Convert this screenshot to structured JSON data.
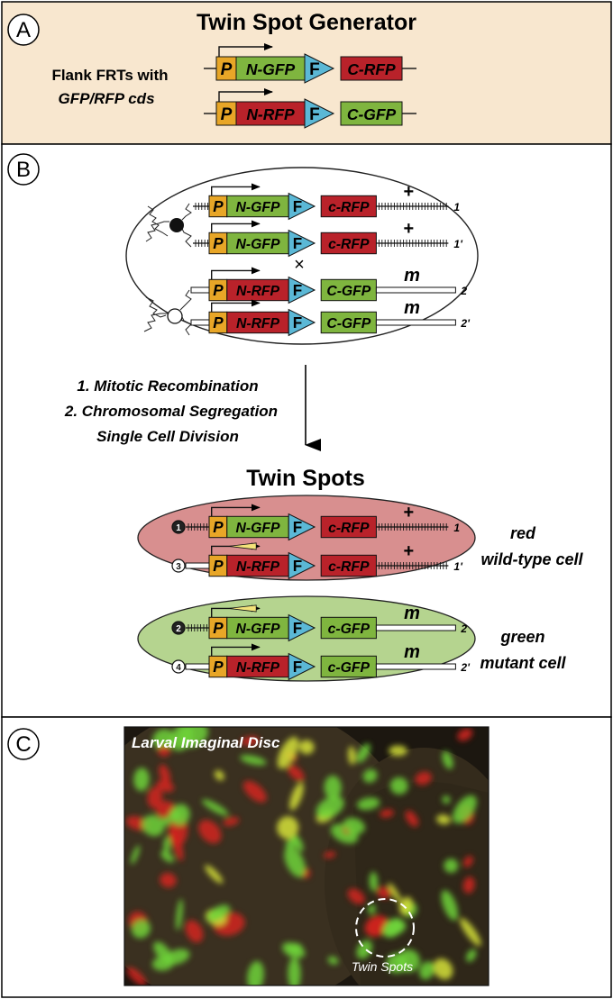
{
  "panels": {
    "a": {
      "letter": "A",
      "title": "Twin Spot Generator",
      "caption_line1": "Flank FRTs with",
      "caption_line2": "GFP/RFP cds",
      "constructs": [
        {
          "promoter": "P",
          "n_part": "N-GFP",
          "frt": "F",
          "c_part": "C-RFP"
        },
        {
          "promoter": "P",
          "n_part": "N-RFP",
          "frt": "F",
          "c_part": "C-GFP"
        }
      ]
    },
    "b": {
      "letter": "B",
      "chromosomes": [
        {
          "promoter": "P",
          "n_part": "N-GFP",
          "frt": "F",
          "c_part": "c-RFP",
          "allele": "+",
          "id": "1"
        },
        {
          "promoter": "P",
          "n_part": "N-GFP",
          "frt": "F",
          "c_part": "c-RFP",
          "allele": "+",
          "id": "1'"
        },
        {
          "promoter": "P",
          "n_part": "N-RFP",
          "frt": "F",
          "c_part": "C-GFP",
          "allele": "m",
          "id": "2"
        },
        {
          "promoter": "P",
          "n_part": "N-RFP",
          "frt": "F",
          "c_part": "C-GFP",
          "allele": "m",
          "id": "2'"
        }
      ],
      "cross_mark": "×",
      "steps": {
        "step1": "1.  Mitotic Recombination",
        "step2": "2. Chromosomal Segregation",
        "step3": "Single Cell Division"
      },
      "twin_title": "Twin Spots",
      "red_cell": {
        "chromosomes": [
          {
            "num": "1",
            "promoter": "P",
            "n_part": "N-GFP",
            "frt": "F",
            "c_part": "c-RFP",
            "allele": "+",
            "id": "1"
          },
          {
            "num": "3",
            "promoter": "P",
            "n_part": "N-RFP",
            "frt": "F",
            "c_part": "c-RFP",
            "allele": "+",
            "id": "1'"
          }
        ],
        "label_line1": "red",
        "label_line2": "wild-type cell"
      },
      "green_cell": {
        "chromosomes": [
          {
            "num": "2",
            "promoter": "P",
            "n_part": "N-GFP",
            "frt": "F",
            "c_part": "c-GFP",
            "allele": "m",
            "id": "2"
          },
          {
            "num": "4",
            "promoter": "P",
            "n_part": "N-RFP",
            "frt": "F",
            "c_part": "c-GFP",
            "allele": "m",
            "id": "2'"
          }
        ],
        "label_line1": "green",
        "label_line2": "mutant cell"
      }
    },
    "c": {
      "letter": "C",
      "image_title": "Larval Imaginal Disc",
      "annotation": "Twin Spots"
    }
  },
  "colors": {
    "panel_a_bg": "#f8e7cf",
    "promoter": "#e8a627",
    "gfp": "#7fb53f",
    "rfp": "#b9222a",
    "frt": "#5bb8d6",
    "red_cell": "#d88f8f",
    "green_cell": "#b5d48f",
    "tissue_bg": "#2b2318",
    "spot_red": "#d4231e",
    "spot_green": "#6fd43a",
    "spot_yellow": "#d6e33a"
  }
}
